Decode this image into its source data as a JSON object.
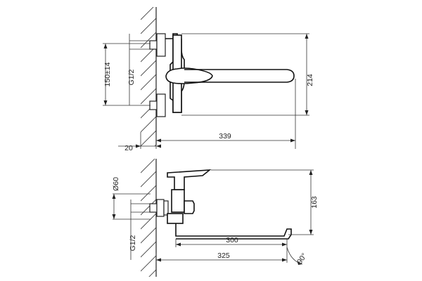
{
  "dimensions": {
    "top_view": {
      "height": "214",
      "spacing": "150±14",
      "thread": "G1/2",
      "wall_offset": "20",
      "length": "339"
    },
    "side_view": {
      "diameter": "Ø60",
      "thread": "G1/2",
      "height": "163",
      "spout_length": "300",
      "total_length": "325",
      "swivel_angle": "90°"
    }
  }
}
